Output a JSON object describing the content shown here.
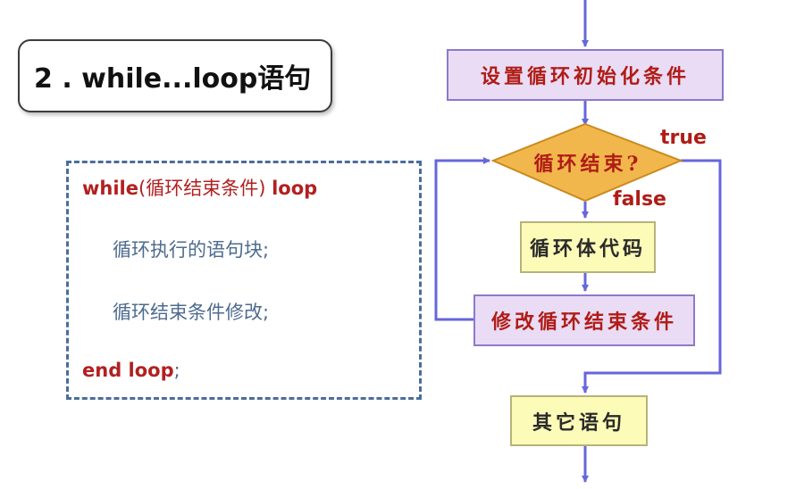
{
  "title": "2 . while...loop语句",
  "code": {
    "while_kw": "while",
    "condition": "(循环结束条件)",
    "loop_kw": "loop",
    "body_line_1": "循环执行的语句块;",
    "body_line_2": "循环结束条件修改;",
    "end_kw": "end loop",
    "end_semicolon": ";"
  },
  "flowchart": {
    "init_box": "设置循环初始化条件",
    "decision": "循环结束?",
    "true_label": "true",
    "false_label": "false",
    "body_box": "循环体代码",
    "modify_box": "修改循环结束条件",
    "other_box": "其它语句"
  },
  "colors": {
    "arrow": "#6666dd",
    "diamond_fill": "#f2b74c",
    "pink_box": "#eadcf5",
    "yellow_box": "#fdfbb8",
    "keyword": "#b22020"
  }
}
